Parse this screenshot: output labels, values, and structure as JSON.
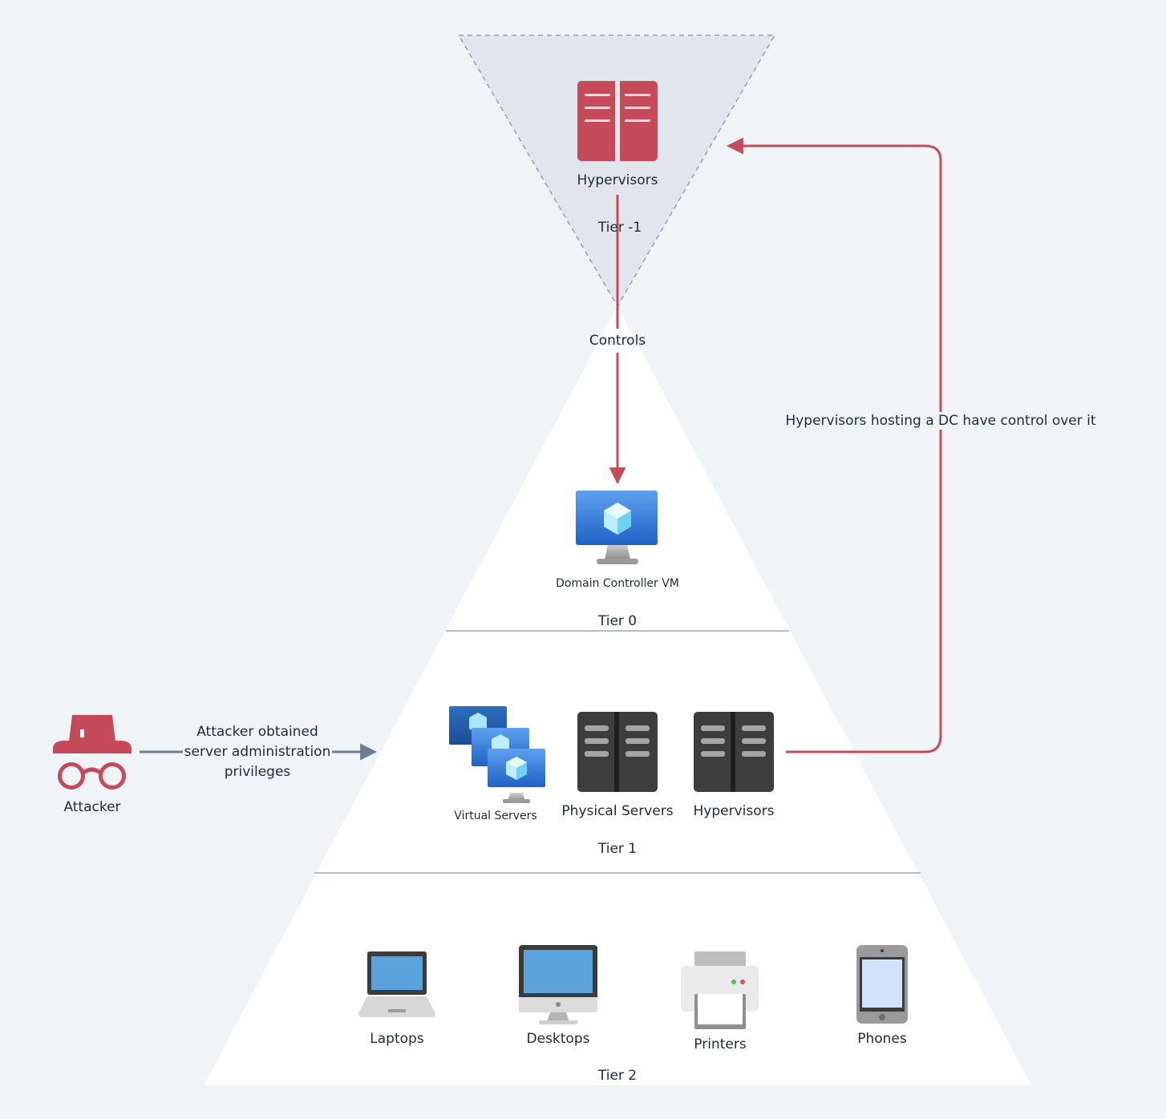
{
  "tiers": {
    "tier_minus1": "Tier -1",
    "tier0": "Tier 0",
    "tier1": "Tier 1",
    "tier2": "Tier 2"
  },
  "nodes": {
    "top_hypervisors": "Hypervisors",
    "domain_controller": "Domain Controller VM",
    "virtual_servers": "Virtual Servers",
    "physical_servers": "Physical Servers",
    "tier1_hypervisors": "Hypervisors",
    "laptops": "Laptops",
    "desktops": "Desktops",
    "printers": "Printers",
    "phones": "Phones",
    "attacker": "Attacker"
  },
  "edges": {
    "controls": "Controls",
    "hosting": "Hypervisors hosting a DC have control over it",
    "attack": "Attacker obtained server administration privileges"
  },
  "colors": {
    "background": "#f1f4f7",
    "danger": "#c54b5a",
    "server_dark": "#3d3d3d",
    "azure_blue": "#3f86de",
    "edge_gray": "#6b7d92",
    "tier_divider": "#b6bfc8",
    "inverted_triangle": "#e2e5ec"
  }
}
